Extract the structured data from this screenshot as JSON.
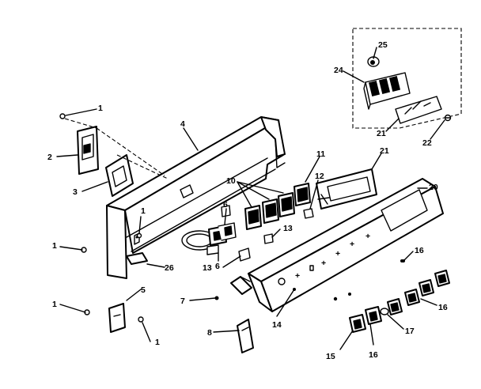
{
  "callouts": {
    "c1a": "1",
    "c1b": "1",
    "c1c": "1",
    "c1d": "1",
    "c1e": "1",
    "c2": "2",
    "c3": "3",
    "c4": "4",
    "c5": "5",
    "c6a": "6",
    "c6b": "6",
    "c7": "7",
    "c8": "8",
    "c10": "10",
    "c11": "11",
    "c12": "12",
    "c13a": "13",
    "c13b": "13",
    "c14": "14",
    "c15": "15",
    "c16a": "16",
    "c16b": "16",
    "c16c": "16",
    "c17": "17",
    "c20": "20",
    "c21a": "21",
    "c21b": "21",
    "c22": "22",
    "c24": "24",
    "c25": "25",
    "c26": "26"
  }
}
